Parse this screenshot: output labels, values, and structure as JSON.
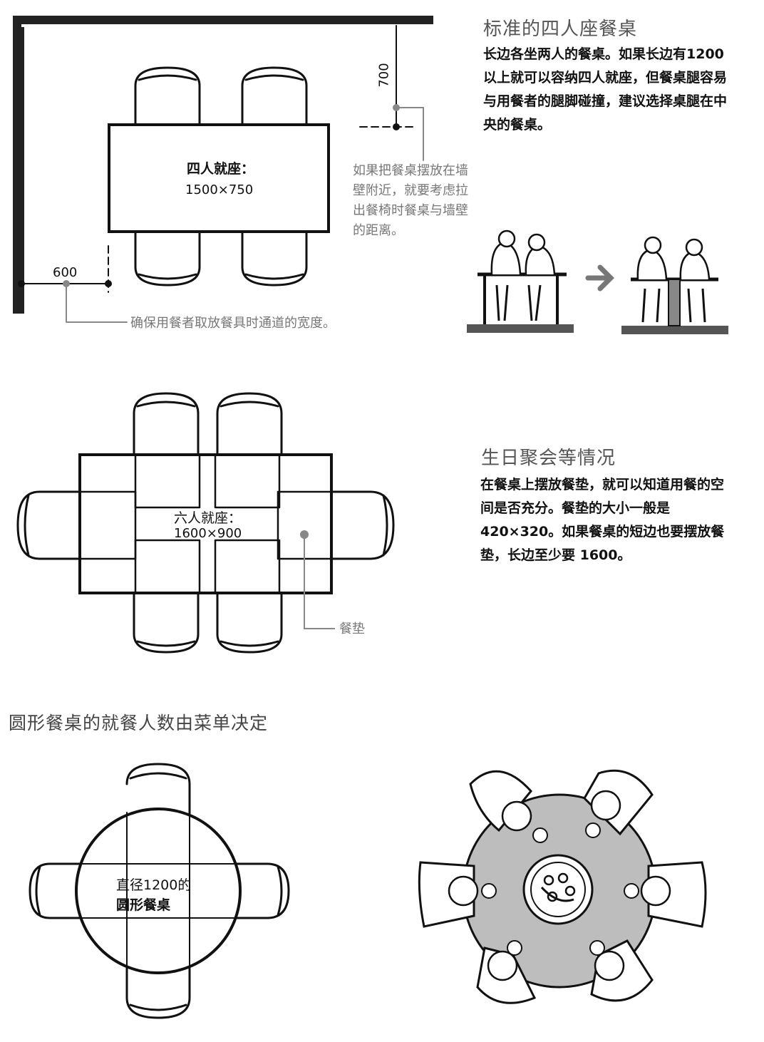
{
  "section1": {
    "heading": "标准的四人座餐桌",
    "body": "长边各坐两人的餐桌。如果长边有1200 以上就可以容纳四人就座，但餐桌腿容易与用餐者的腿脚碰撞，建议选择桌腿在中央的餐桌。",
    "table_label_line1": "四人就座：",
    "table_label_line2": "1500×750",
    "dim_600": "600",
    "dim_700": "700",
    "note_wall": "如果把餐桌摆放在墙壁附近，就要考虑拉出餐椅时餐桌与墙壁的距离。",
    "note_aisle": "确保用餐者取放餐具时通道的宽度。"
  },
  "section2": {
    "heading": "生日聚会等情况",
    "body": "在餐桌上摆放餐垫，就可以知道用餐的空间是否充分。餐垫的大小一般是 420×320。如果餐桌的短边也要摆放餐垫，长边至少要 1600。",
    "table_label_line1": "六人就座：",
    "table_label_line2": "1600×900",
    "placemat_label": "餐垫"
  },
  "section3": {
    "heading": "圆形餐桌的就餐人数由菜单决定",
    "table_label_line1": "直径1200的",
    "table_label_line2": "圆形餐桌"
  }
}
